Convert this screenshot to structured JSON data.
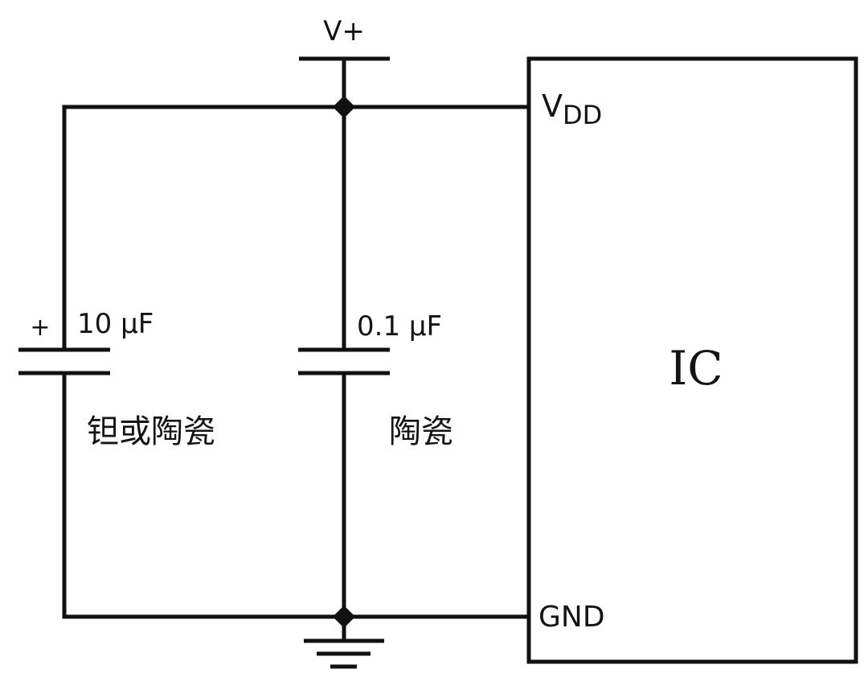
{
  "diagram": {
    "type": "schematic",
    "title": "IC decoupling capacitor circuit",
    "supply_label": "V+",
    "ic": {
      "label": "IC",
      "pins": {
        "vdd_main": "V",
        "vdd_sub": "DD",
        "gnd": "GND"
      }
    },
    "capacitors": [
      {
        "id": "c1",
        "value": "10 µF",
        "polarity": "+",
        "type_label": "钽或陶瓷"
      },
      {
        "id": "c2",
        "value": "0.1 µF",
        "polarity": "",
        "type_label": "陶瓷"
      }
    ],
    "colors": {
      "line": "#111111",
      "background": "#ffffff",
      "text": "#141414"
    }
  }
}
